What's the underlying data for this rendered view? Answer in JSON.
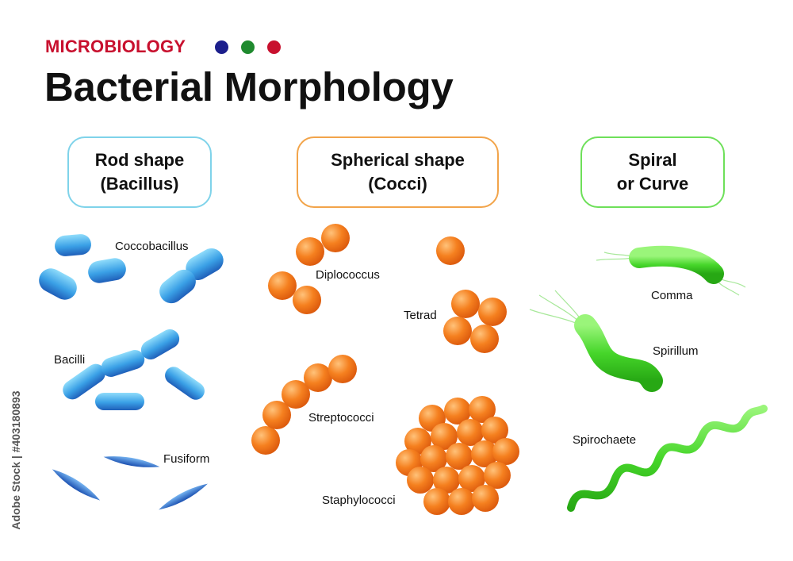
{
  "header": {
    "kicker": "MICROBIOLOGY",
    "title": "Bacterial Morphology",
    "dot_colors": [
      "#1c1f8c",
      "#1f8a2e",
      "#c8102e"
    ]
  },
  "categories": [
    {
      "line1": "Rod shape",
      "line2": "(Bacillus)",
      "border_color": "#7fd3ea"
    },
    {
      "line1": "Spherical shape",
      "line2": "(Cocci)",
      "border_color": "#f2a44a"
    },
    {
      "line1": "Spiral",
      "line2": "or Curve",
      "border_color": "#6ee05a"
    }
  ],
  "labels": {
    "coccobacillus": "Coccobacillus",
    "bacilli": "Bacilli",
    "fusiform": "Fusiform",
    "diplococcus": "Diplococcus",
    "tetrad": "Tetrad",
    "streptococci": "Streptococci",
    "staphylococci": "Staphylococci",
    "comma": "Comma",
    "spirillum": "Spirillum",
    "spirochaete": "Spirochaete"
  },
  "watermark": "Adobe Stock | #403180893",
  "colors": {
    "rod": "#3aa0e6",
    "coccus": "#f07a1e",
    "spiral": "#3fd323"
  }
}
